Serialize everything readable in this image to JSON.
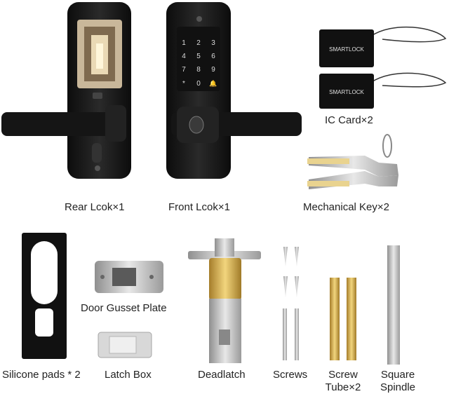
{
  "labels": {
    "rear_lock": "Rear Lcok×1",
    "front_lock": "Front Lcok×1",
    "ic_card": "IC Card×2",
    "mech_key": "Mechanical Key×2",
    "silicone": "Silicone pads * 2",
    "gusset": "Door Gusset Plate",
    "latch_box": "Latch Box",
    "deadlatch": "Deadlatch",
    "screws": "Screws",
    "screw_tube_1": "Screw",
    "screw_tube_2": "Tube×2",
    "spindle_1": "Square",
    "spindle_2": "Spindle"
  },
  "card_text": "SMARTLOCK",
  "keypad": [
    "1",
    "2",
    "3",
    "4",
    "5",
    "6",
    "7",
    "8",
    "9",
    "*",
    "0",
    "🔔"
  ]
}
